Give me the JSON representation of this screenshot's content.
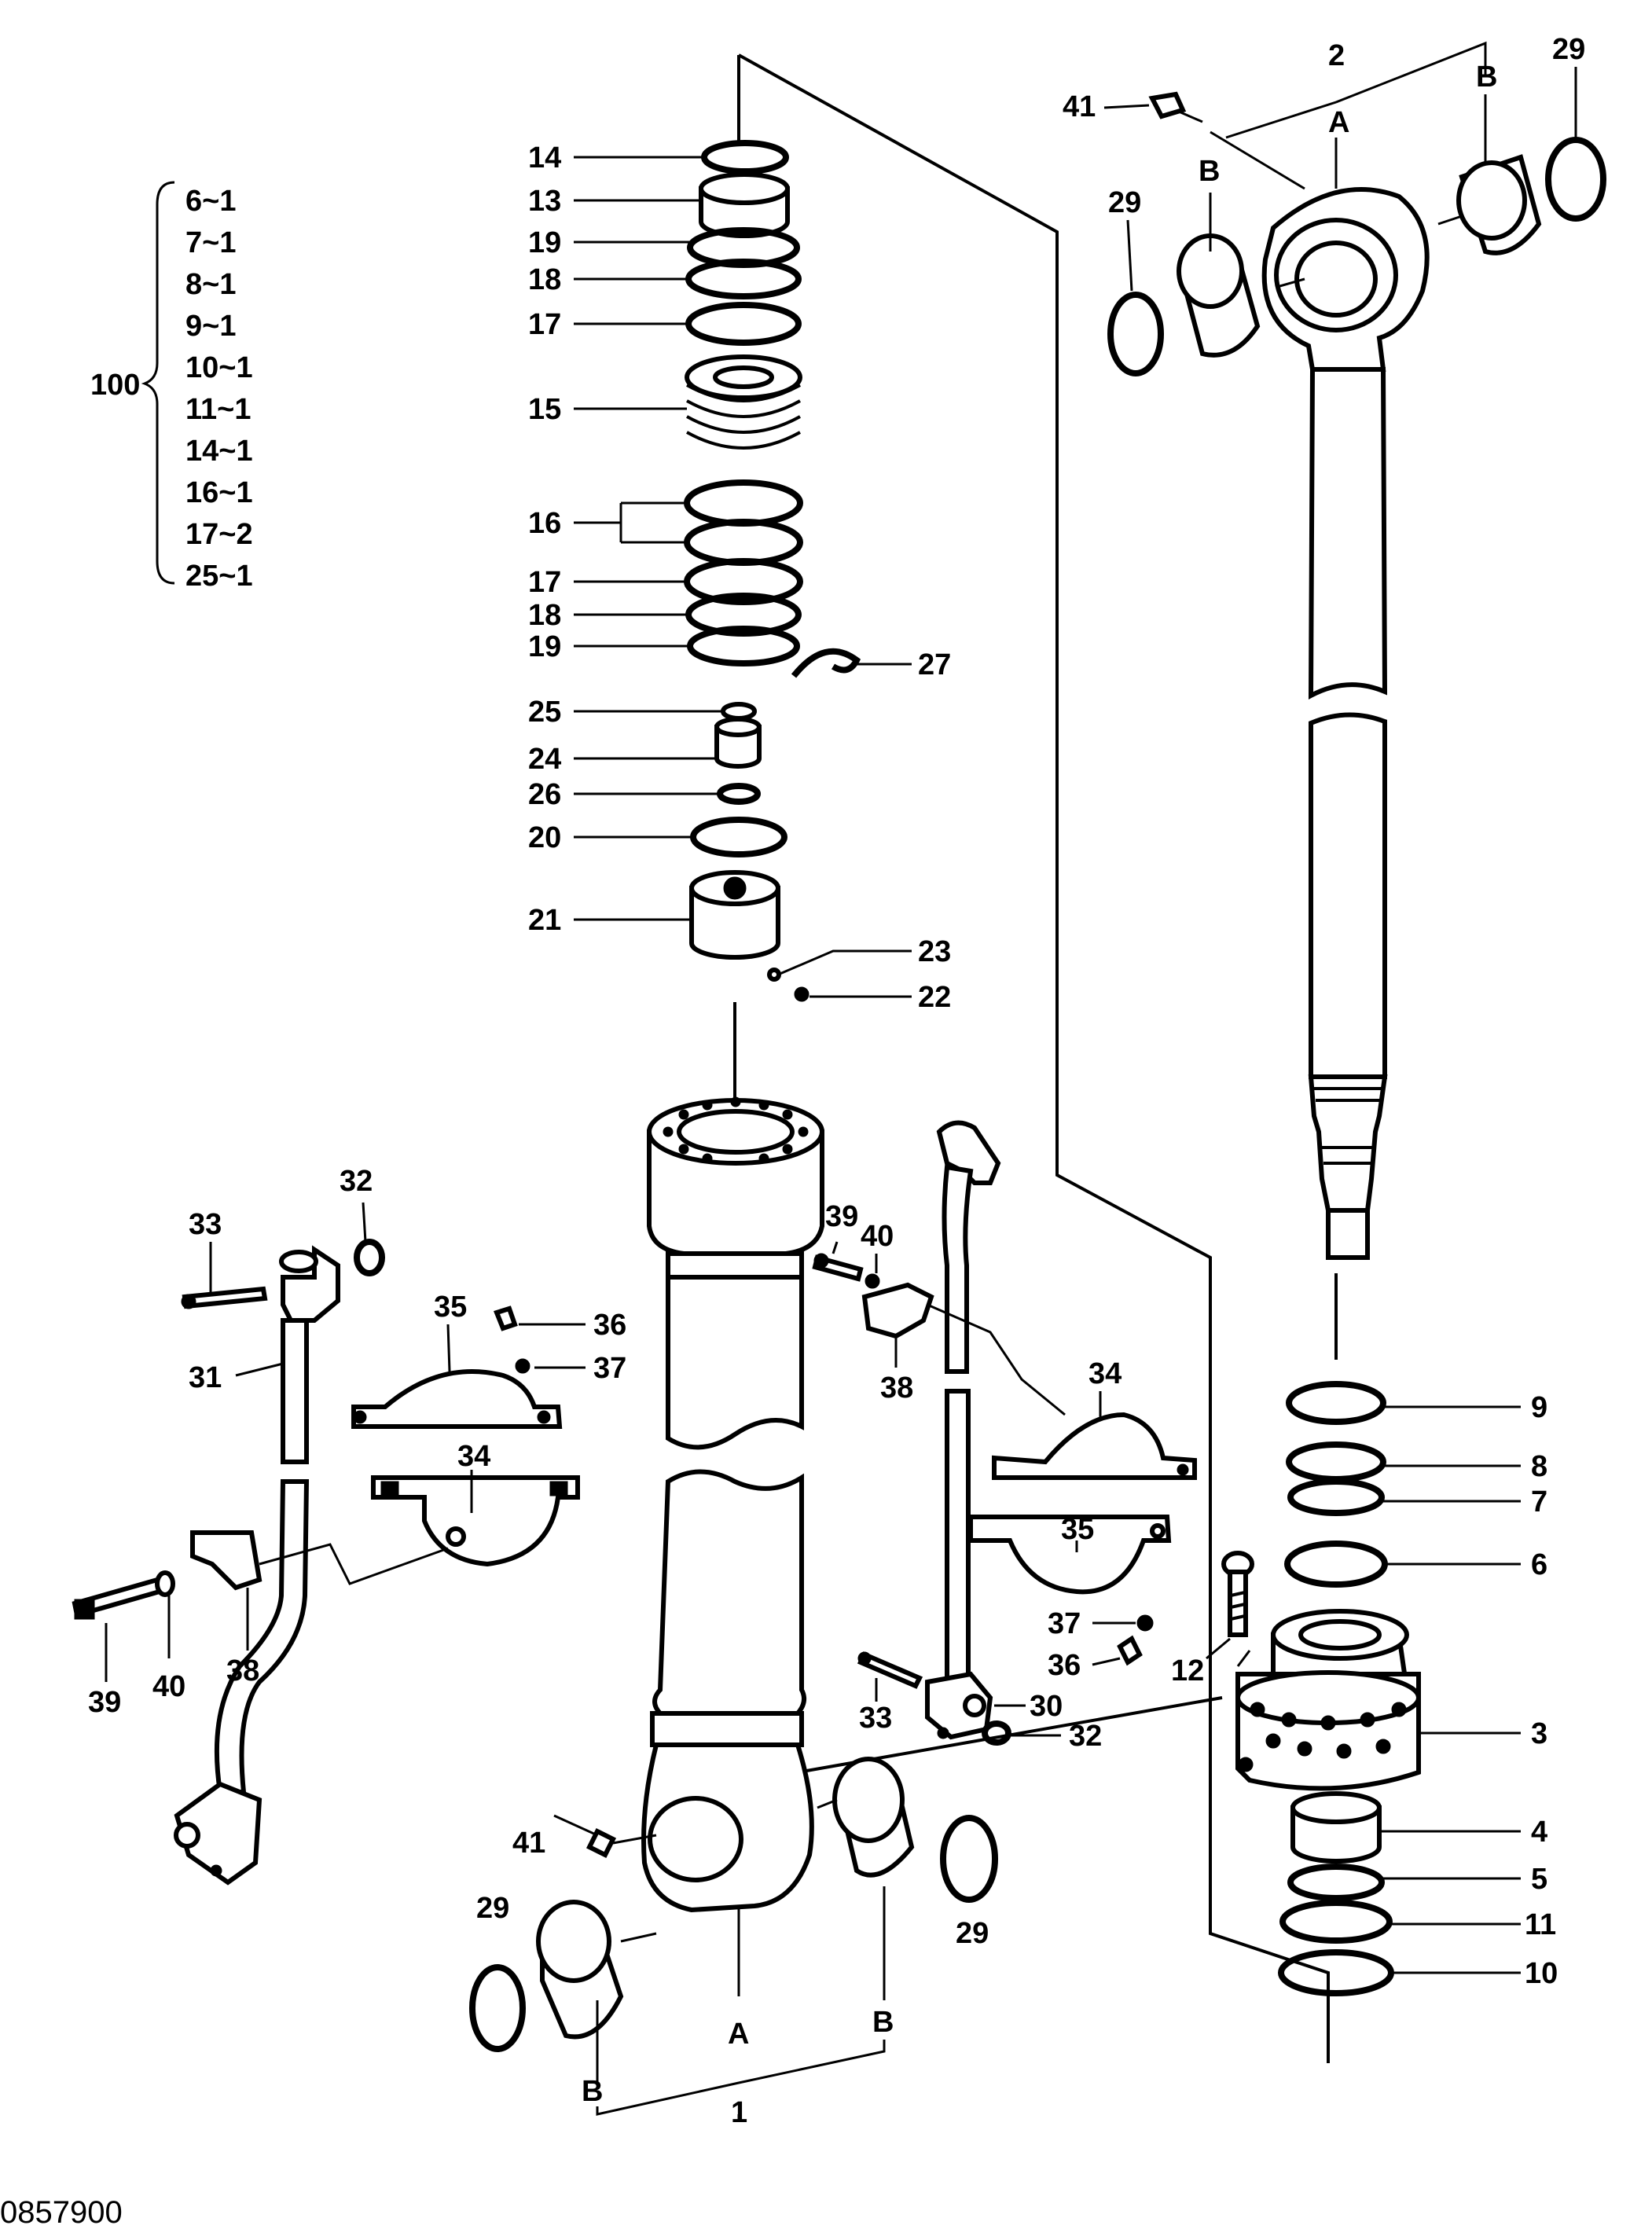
{
  "footer_code": "0857900",
  "kit": {
    "number": "100",
    "items": [
      "6~1",
      "7~1",
      "8~1",
      "9~1",
      "10~1",
      "11~1",
      "14~1",
      "16~1",
      "17~2",
      "25~1"
    ]
  },
  "part_labels": {
    "p1": "1",
    "p2": "2",
    "p3": "3",
    "p4": "4",
    "p5": "5",
    "p6": "6",
    "p7": "7",
    "p8": "8",
    "p9": "9",
    "p10": "10",
    "p11": "11",
    "p12": "12",
    "p13": "13",
    "p14": "14",
    "p15": "15",
    "p16": "16",
    "p17a": "17",
    "p17b": "17",
    "p18a": "18",
    "p18b": "18",
    "p19a": "19",
    "p19b": "19",
    "p20": "20",
    "p21": "21",
    "p22": "22",
    "p23": "23",
    "p24": "24",
    "p25": "25",
    "p26": "26",
    "p27": "27",
    "p29a": "29",
    "p29b": "29",
    "p29c": "29",
    "p29d": "29",
    "p30": "30",
    "p31": "31",
    "p32a": "32",
    "p32b": "32",
    "p33a": "33",
    "p33b": "33",
    "p34a": "34",
    "p34b": "34",
    "p35a": "35",
    "p35b": "35",
    "p36a": "36",
    "p36b": "36",
    "p37a": "37",
    "p37b": "37",
    "p38a": "38",
    "p38b": "38",
    "p39a": "39",
    "p39b": "39",
    "p40a": "40",
    "p40b": "40",
    "p41a": "41",
    "p41b": "41"
  },
  "letters": {
    "a_top": "A",
    "b_top_left": "B",
    "b_top_right": "B",
    "a_bottom": "A",
    "b_bottom_left": "B",
    "b_bottom_right": "B"
  }
}
